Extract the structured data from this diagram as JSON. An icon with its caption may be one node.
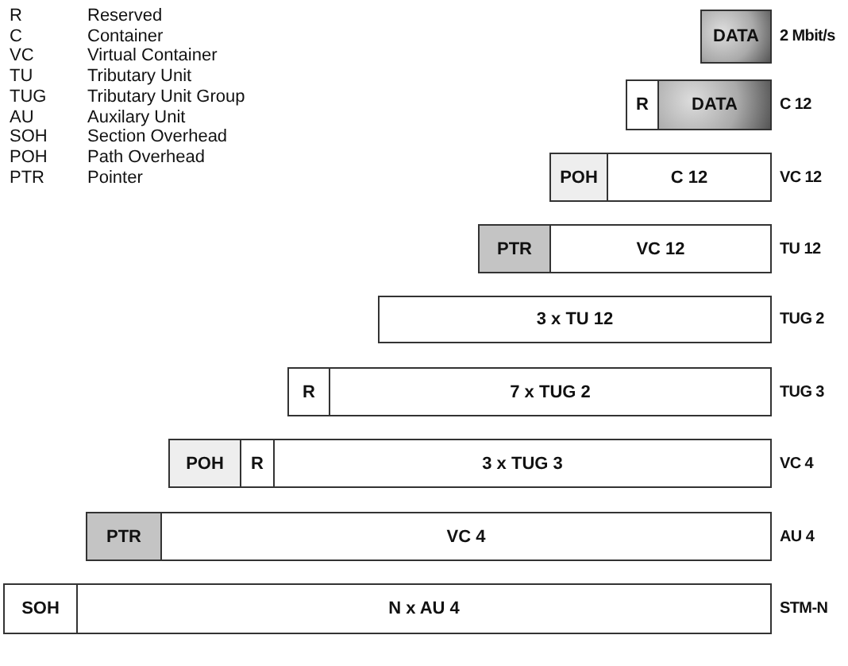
{
  "diagram": {
    "nodes": [
      {
        "text": [
          "DATA"
        ],
        "beside": [
          "2 Mbit/s"
        ]
      },
      {
        "text": [
          "R"
        ]
      },
      {
        "text": [
          "DATA"
        ],
        "beside": [
          "C 12"
        ]
      },
      {
        "text": [
          "POH"
        ]
      },
      {
        "text": [
          "C 12"
        ],
        "beside": [
          "VC 12"
        ]
      },
      {
        "text": [
          "PTR"
        ]
      },
      {
        "text": [
          "VC 12"
        ],
        "beside": [
          "TU 12"
        ]
      },
      {
        "text": [
          "3 x TU 12"
        ],
        "beside": [
          "TUG 2"
        ]
      },
      {
        "text": [
          "R"
        ]
      },
      {
        "text": [
          "7 x TUG 2"
        ],
        "beside": [
          "TUG 3"
        ]
      },
      {
        "text": [
          "POH"
        ]
      },
      {
        "text": [
          "R"
        ]
      },
      {
        "text": [
          "3 x TUG 3"
        ],
        "beside": [
          "VC 4"
        ]
      },
      {
        "text": [
          "PTR"
        ]
      },
      {
        "text": [
          "VC 4"
        ],
        "beside": [
          "AU 4"
        ]
      },
      {
        "text": [
          "SOH"
        ]
      },
      {
        "text": [
          "N x AU 4"
        ],
        "beside": [
          "STM-N"
        ]
      }
    ],
    "labels": [
      "R",
      "Reserved",
      "C",
      "Container",
      "VC",
      "Virtual Container",
      "TU",
      "Tributary Unit",
      "TUG",
      "Tributary Unit Group",
      "AU",
      "Auxilary Unit",
      "SOH",
      "Section Overhead",
      "POH",
      "Path Overhead",
      "PTR",
      "Pointer"
    ]
  }
}
